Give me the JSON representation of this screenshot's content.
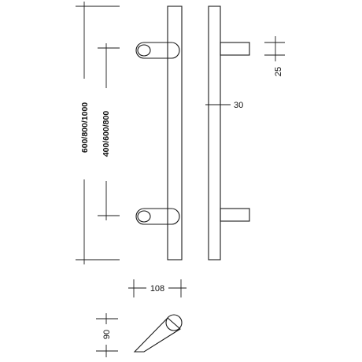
{
  "dimensions": {
    "overall_length": "600/800/1000",
    "centre_distance": "400/600/800",
    "post_height": "25",
    "bar_diameter": "30",
    "projection": "108",
    "angle": "90"
  }
}
